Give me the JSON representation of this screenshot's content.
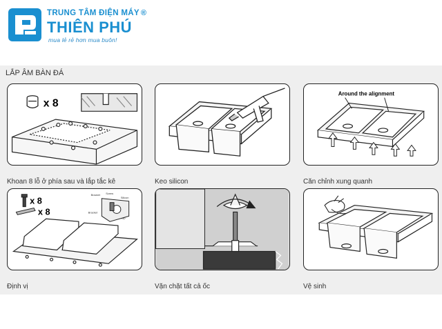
{
  "brand": {
    "top_line": "TRUNG TÂM ĐIỆN MÁY",
    "registered": "®",
    "name": "THIÊN PHÚ",
    "slogan": "mua lẻ rẻ hơn mua buôn!",
    "color": "#1a8fd0"
  },
  "section": {
    "title": "LẮP ÂM BÀN ĐÁ"
  },
  "steps": [
    {
      "caption": "Khoan 8 lỗ ở phía sau và lắp tắc kê",
      "qty_label": "x 8"
    },
    {
      "caption": "Keo silicon"
    },
    {
      "caption": "Căn chỉnh xung quanh",
      "annotation": "Around the alignment"
    },
    {
      "caption": "Định vị",
      "qty_label_1": "x 8",
      "qty_label_2": "x 8",
      "callout_labels": [
        "Bracket",
        "Screw",
        "Silicon",
        "Bracket",
        "Sink clip"
      ]
    },
    {
      "caption": "Vặn chặt tất cả ốc"
    },
    {
      "caption": "Vệ sinh"
    }
  ]
}
